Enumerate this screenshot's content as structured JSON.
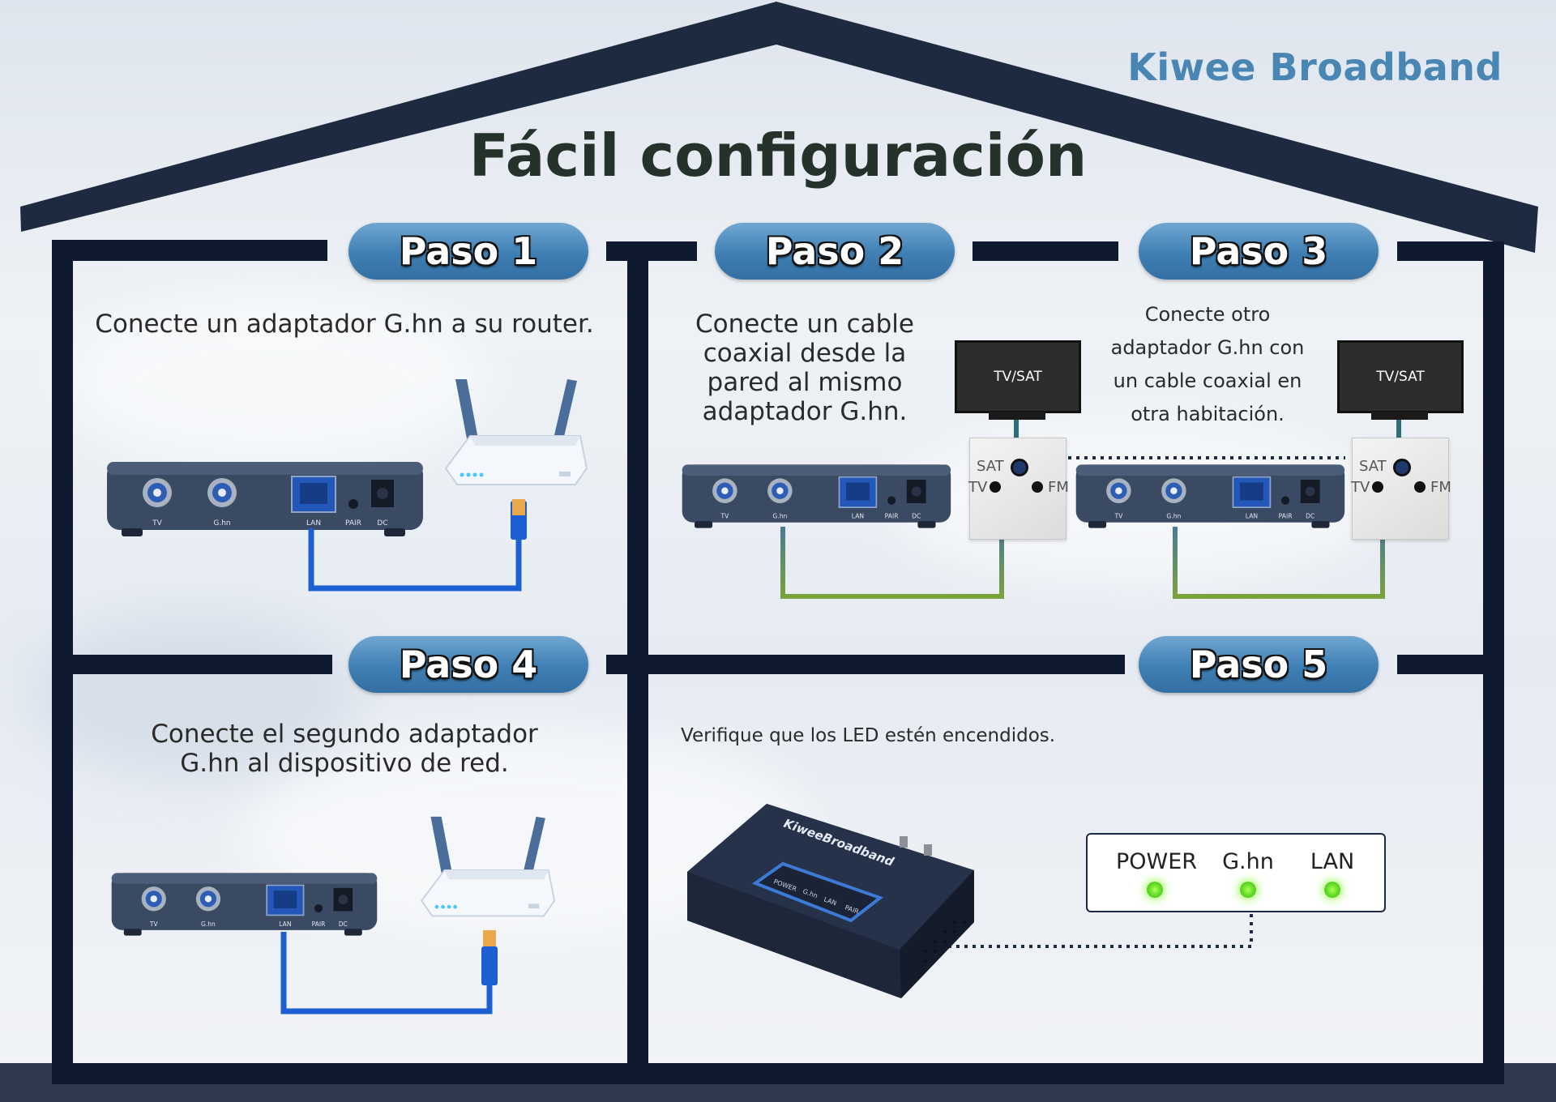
{
  "brand": "Kiwee Broadband",
  "title": "Fácil configuración",
  "steps": [
    {
      "label": "Paso 1",
      "text": "Conecte un adaptador G.hn a su router."
    },
    {
      "label": "Paso 2",
      "text": "Conecte un cable coaxial desde la pared al mismo adaptador G.hn."
    },
    {
      "label": "Paso 3",
      "text": "Conecte otro adaptador G.hn con un cable coaxial en otra habitación."
    },
    {
      "label": "Paso 4",
      "text": "Conecte el segundo adaptador G.hn al dispositivo de red."
    },
    {
      "label": "Paso 5",
      "text": "Verifique que los LED estén encendidos."
    }
  ],
  "step2_lines": [
    "Conecte un cable",
    "coaxial desde la",
    "pared al mismo",
    "adaptador G.hn."
  ],
  "step3_lines": [
    "Conecte otro",
    "adaptador G.hn con",
    "un cable coaxial en",
    "otra habitación."
  ],
  "step4_lines": [
    "Conecte el segundo adaptador",
    "G.hn al dispositivo de red."
  ],
  "adapter_ports": {
    "tv": "TV",
    "ghn": "G.hn",
    "lan": "LAN",
    "pair": "PAIR",
    "dc": "DC"
  },
  "tv_label": "TV/SAT",
  "wallplate": {
    "sat": "SAT",
    "tv": "TV",
    "fm": "FM"
  },
  "device_brand": "KiweeBroadband",
  "device_leds": [
    "POWER",
    "G.hn",
    "LAN",
    "PAIR"
  ],
  "leds": [
    {
      "label": "POWER",
      "state": "on",
      "color": "#5fd824"
    },
    {
      "label": "G.hn",
      "state": "on",
      "color": "#5fd824"
    },
    {
      "label": "LAN",
      "state": "on",
      "color": "#5fd824"
    }
  ],
  "colors": {
    "house_frame": "#1e2a40",
    "paso_badge": "#4a8cc0",
    "brand": "#4a86b4",
    "ethernet_cable": "#1c5fd0",
    "coax_cable_top": "#2d63c8",
    "coax_cable_bottom": "#7aa23c"
  }
}
